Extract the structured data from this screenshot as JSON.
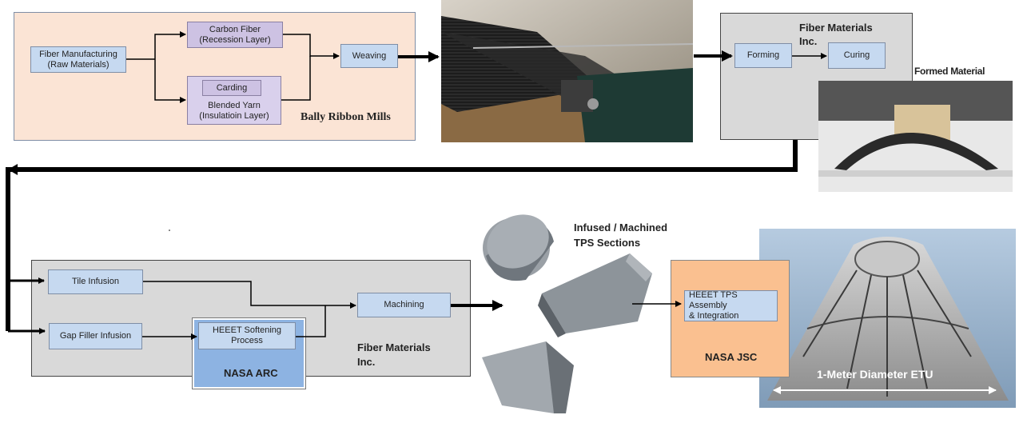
{
  "top_left_panel": {
    "label": "Bally Ribbon Mills",
    "fiber_manufacturing": [
      "Fiber Manufacturing",
      "(Raw Materials)"
    ],
    "carbon_fiber": [
      "Carbon Fiber",
      "(Recession Layer)"
    ],
    "carding": "Carding",
    "blended_yarn": [
      "Blended Yarn",
      "(Insulatioin Layer)"
    ],
    "weaving": "Weaving"
  },
  "top_right_panel": {
    "label": [
      "Fiber Materials",
      "Inc."
    ],
    "forming": "Forming",
    "curing": "Curing",
    "formed_material": "Formed Material"
  },
  "bottom_panel": {
    "label": [
      "Fiber Materials",
      "Inc."
    ],
    "tile_infusion": "Tile Infusion",
    "gap_filler_infusion": "Gap Filler Infusion",
    "heeet_softening": [
      "HEEET Softening",
      "Process"
    ],
    "nasa_arc": "NASA ARC",
    "machining": "Machining"
  },
  "tps_sections_label": [
    "Infused / Machined",
    "TPS Sections"
  ],
  "jsc_panel": {
    "heeet_assembly": [
      "HEEET TPS Assembly",
      "& Integration"
    ],
    "label": "NASA JSC"
  },
  "etu_label": "1-Meter Diameter ETU",
  "colors": {
    "peach": "#fbe4d5",
    "gray_panel": "#d9d9d9",
    "blue_box": "#c6d9f0",
    "purple_box": "#cdc2e3",
    "arc_blue": "#8db3e2",
    "jsc_orange": "#fac090"
  }
}
